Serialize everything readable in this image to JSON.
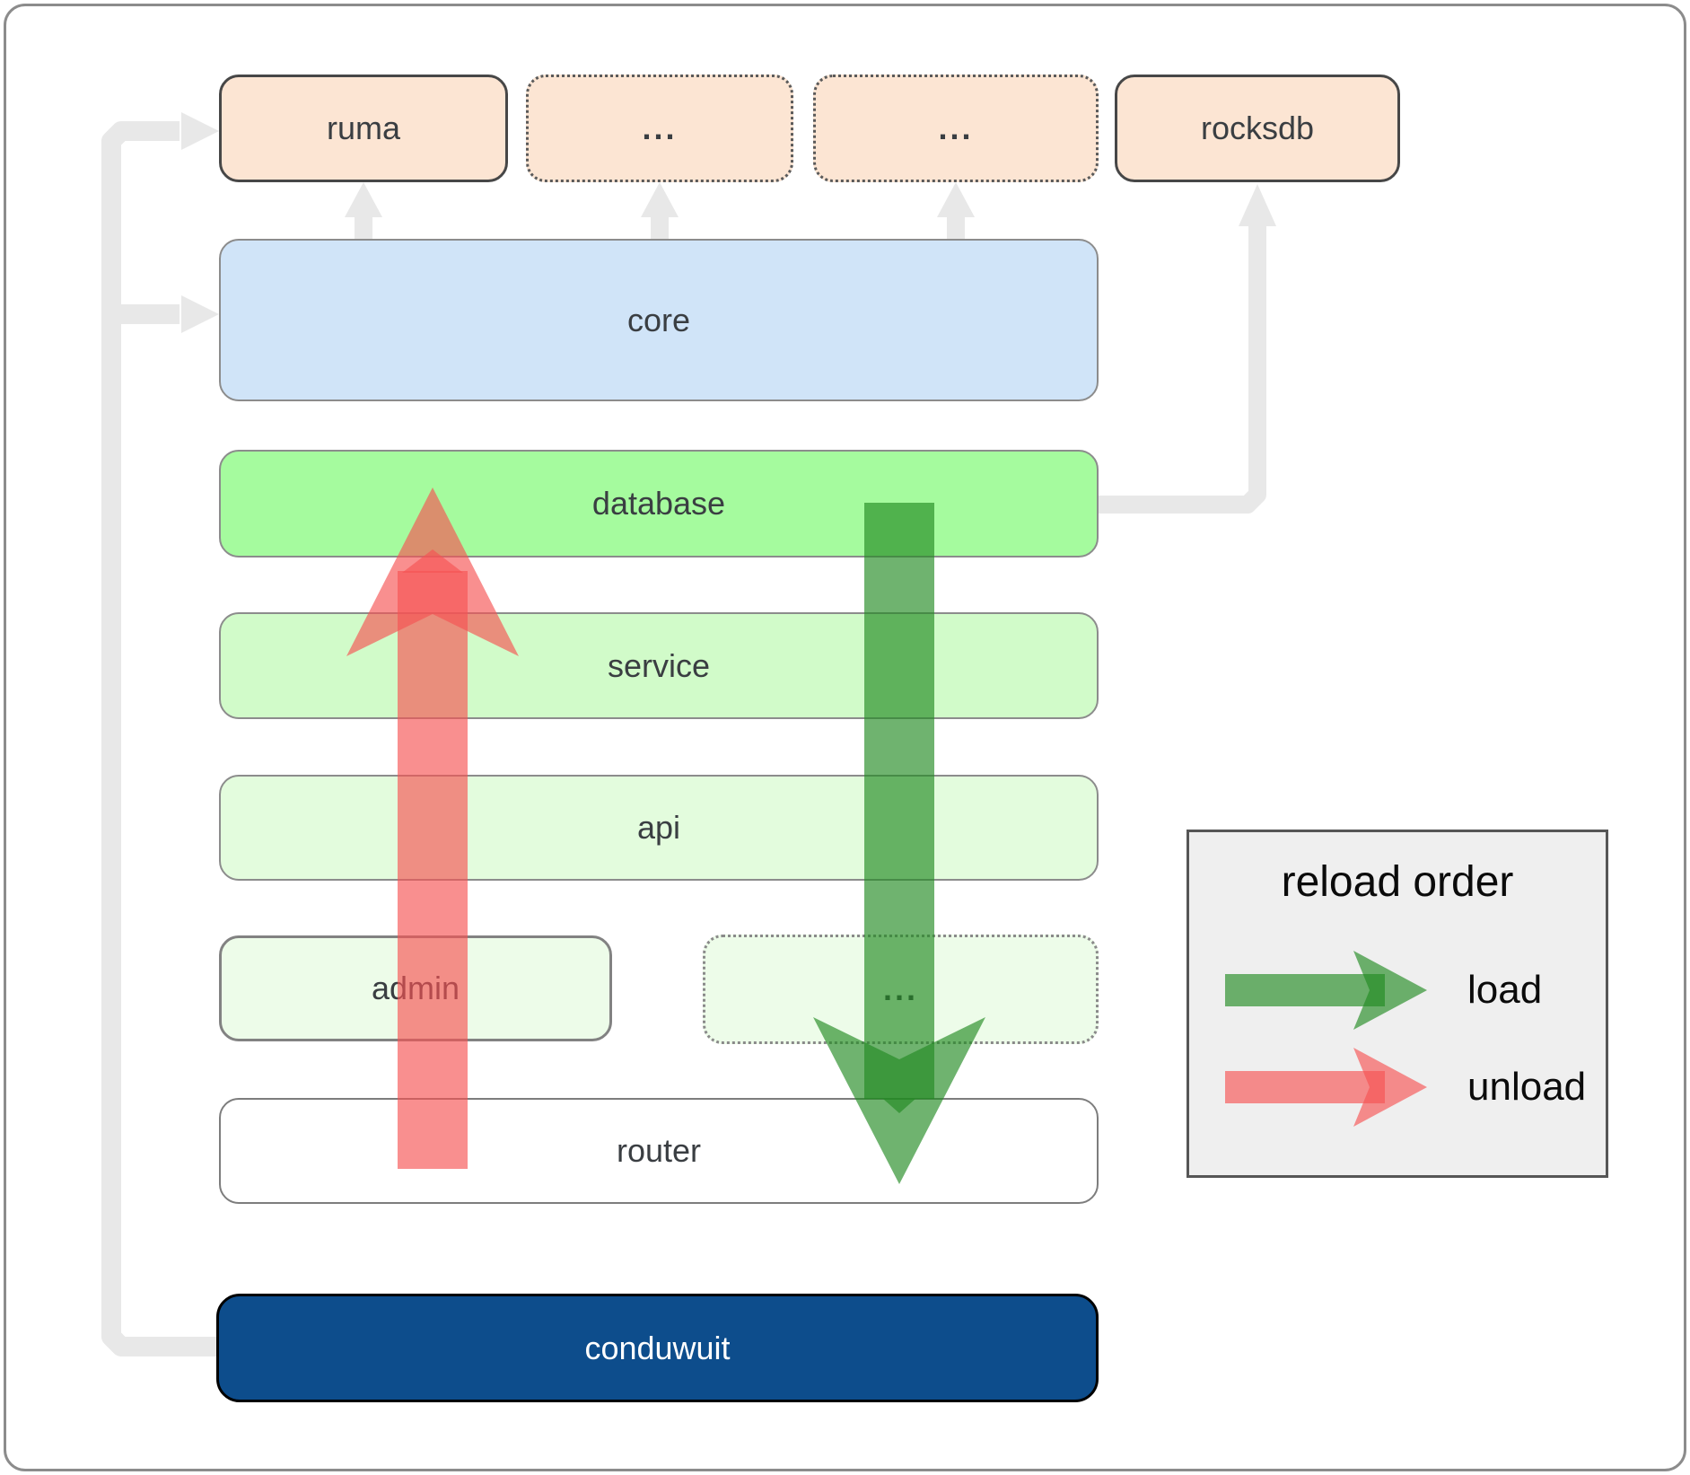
{
  "boxes": {
    "ruma": "ruma",
    "more1": "...",
    "more2": "...",
    "rocksdb": "rocksdb",
    "core": "core",
    "database": "database",
    "service": "service",
    "api": "api",
    "admin": "admin",
    "more3": "...",
    "router": "router",
    "conduwuit": "conduwuit"
  },
  "legend": {
    "title": "reload order",
    "load": "load",
    "unload": "unload"
  },
  "colors": {
    "peach": "#fce5d3",
    "core_blue": "#d0e4f8",
    "database_green": "#a5fb9e",
    "service_green": "#d1fbc9",
    "api_green": "#e3fcdd",
    "faint_green": "#edfce9",
    "router_white": "#ffffff",
    "app_navy": "#0d4d8c",
    "legend_bg": "#efefef",
    "connector_gray": "#e8e8e8",
    "load_green": "#228b22",
    "unload_red": "#f65353"
  }
}
